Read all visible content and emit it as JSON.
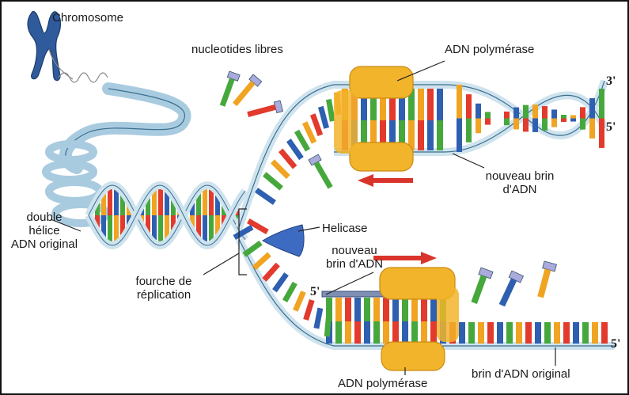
{
  "labels": {
    "chromosome": "Chromosome",
    "free_nucleotides": "nucleotides libres",
    "polymerase_top": "ADN polymérase",
    "polymerase_bottom": "ADN polymérase",
    "helicase": "Helicase",
    "double_helix_line1": "double",
    "double_helix_line2": "hélice",
    "double_helix_line3": "ADN original",
    "fork_line1": "fourche de",
    "fork_line2": "réplication",
    "new_strand_top_line1": "nouveau brin",
    "new_strand_top_line2": "d'ADN",
    "new_strand_bottom_line1": "nouveau",
    "new_strand_bottom_line2": "brin d'ADN",
    "original_strand": "brin d'ADN original",
    "end_3prime": "3'",
    "end_5prime_top": "5'",
    "end_5prime_left": "5'",
    "end_5prime_bottom": "5'"
  },
  "colors": {
    "backbone": "#cfe3ee",
    "backbone_edge": "#3a6f8f",
    "base_red": "#e23a2c",
    "base_blue": "#2f5fb0",
    "base_green": "#46a83c",
    "base_yellow": "#f0a422",
    "polymerase": "#f2b42a",
    "helicase": "#3d6bc2",
    "arrow": "#d9342b",
    "chromosome": "#2f5b9c"
  }
}
